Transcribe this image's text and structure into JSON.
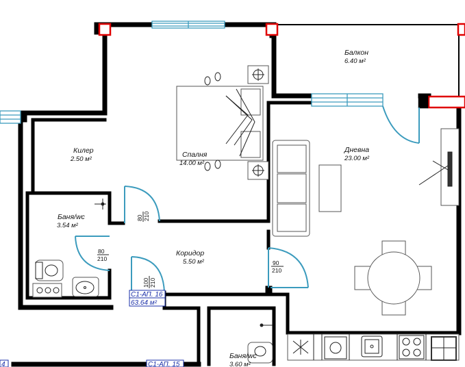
{
  "rooms": {
    "balkon": {
      "name": "Балкон",
      "area": "6.40 м²"
    },
    "dnevna": {
      "name": "Дневна",
      "area": "23.00 м²"
    },
    "kiler": {
      "name": "Килер",
      "area": "2.50 м²"
    },
    "spalnya": {
      "name": "Спалня",
      "area": "14.00 м²"
    },
    "banya_left": {
      "name": "Баня/wc",
      "area": "3.54 м²"
    },
    "koridor": {
      "name": "Коридор",
      "area": "5.50 м²"
    },
    "banya_bottom": {
      "name": "Баня/wc",
      "area": "3.60 м²"
    }
  },
  "doors": {
    "bath_top": {
      "w": "80",
      "h": "210"
    },
    "bath_left": {
      "w": "80",
      "h": "210"
    },
    "entry": {
      "w": "100",
      "h": "210"
    },
    "living": {
      "w": "90",
      "h": "210"
    }
  },
  "apartments": {
    "current": {
      "code": "С1-АП. 16",
      "area": "63.64 м²"
    },
    "next": {
      "code": "С1-АП. 15"
    },
    "left_edge": {
      "code": "4"
    }
  },
  "colors": {
    "wall": "#000000",
    "door_and_window": "#3b9bbd",
    "column": "#e00000",
    "apartment_tag": "#1a2fa8"
  }
}
